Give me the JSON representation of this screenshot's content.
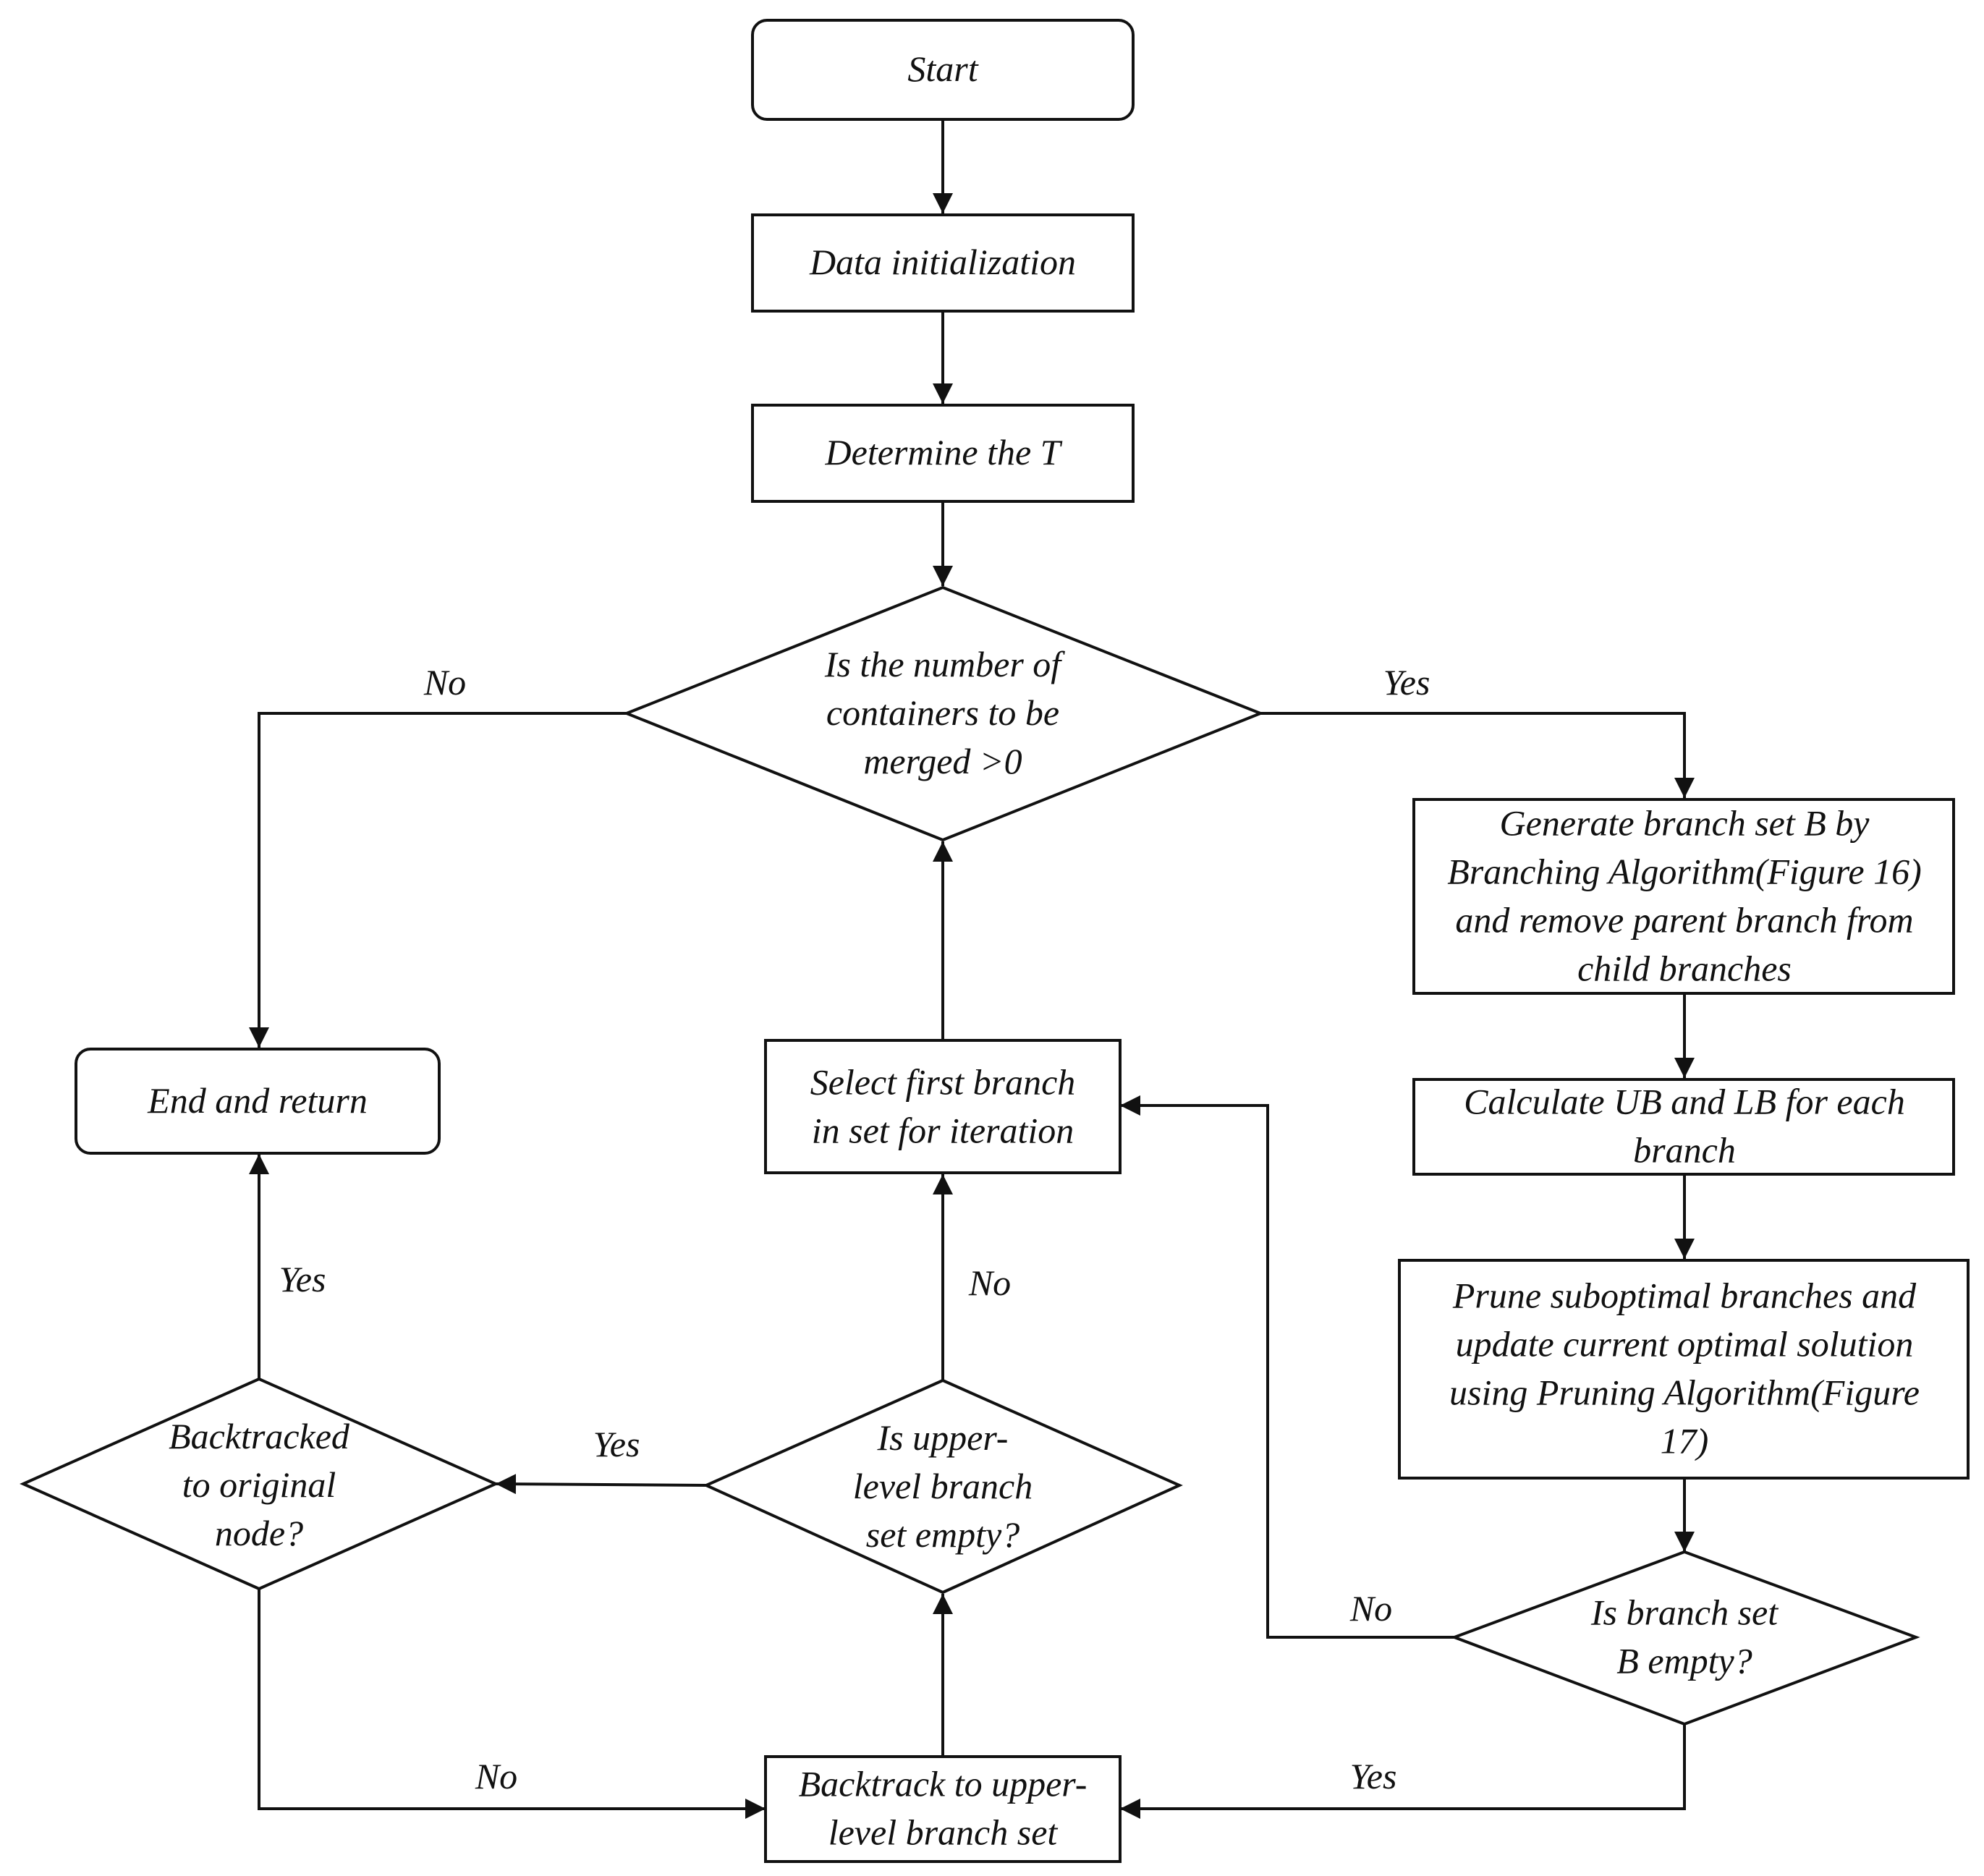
{
  "nodes": {
    "start": {
      "lines": [
        "Start"
      ]
    },
    "init": {
      "lines": [
        "Data initialization"
      ]
    },
    "determine": {
      "lines": [
        "Determine the T"
      ]
    },
    "merge_check": {
      "lines": [
        "Is the number of",
        "containers to be",
        "merged >0"
      ]
    },
    "generate": {
      "lines": [
        "Generate branch set B by",
        "Branching Algorithm(Figure 16)",
        "and remove parent branch from",
        "child branches"
      ]
    },
    "calculate": {
      "lines": [
        "Calculate UB and LB for each",
        "branch"
      ]
    },
    "prune": {
      "lines": [
        "Prune suboptimal branches and",
        "update current optimal solution",
        "using Pruning Algorithm(Figure",
        "17)"
      ]
    },
    "b_empty": {
      "lines": [
        "Is branch set",
        "B empty?"
      ]
    },
    "backtrack": {
      "lines": [
        "Backtrack to upper-",
        "level branch set"
      ]
    },
    "upper_empty": {
      "lines": [
        "Is upper-",
        "level branch",
        "set empty?"
      ]
    },
    "select_first": {
      "lines": [
        "Select first branch",
        "in set for iteration"
      ]
    },
    "original": {
      "lines": [
        "Backtracked",
        "to original",
        "node?"
      ]
    },
    "end": {
      "lines": [
        "End and return"
      ]
    }
  },
  "edge_labels": {
    "merge_no": "No",
    "merge_yes": "Yes",
    "b_empty_no": "No",
    "b_empty_yes": "Yes",
    "upper_no": "No",
    "upper_yes": "Yes",
    "original_yes": "Yes",
    "original_no": "No"
  }
}
